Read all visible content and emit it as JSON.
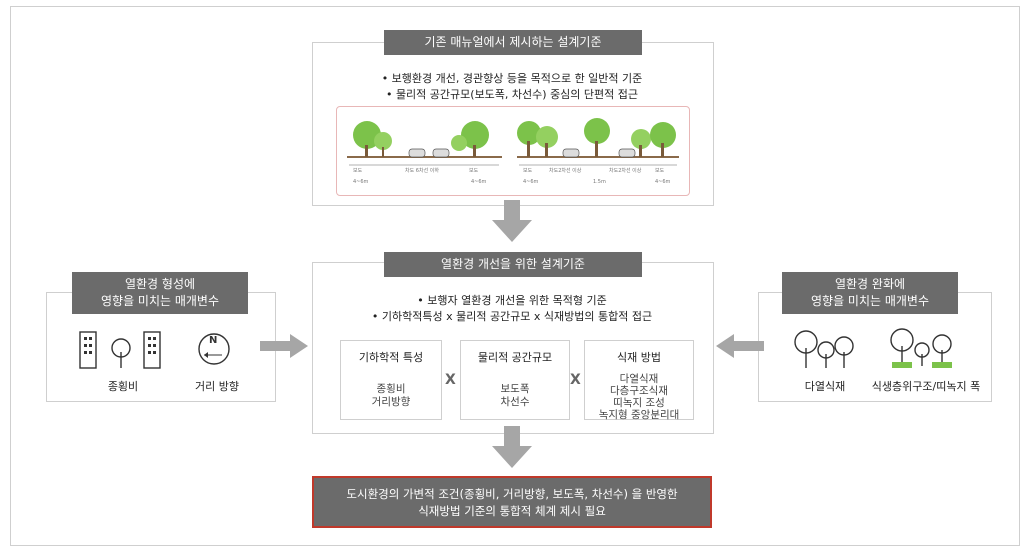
{
  "top": {
    "title": "기존 매뉴얼에서 제시하는 설계기준",
    "bullets": [
      "• 보행환경 개선, 경관향상 등을 목적으로 한 일반적 기준",
      "• 물리적 공간규모(보도폭, 차선수) 중심의 단편적 접근"
    ],
    "section_labels": [
      "보도",
      "차도 6차선 이하",
      "보도",
      "보도",
      "차도2차선 이상",
      "차도2차선 이상",
      "보도"
    ],
    "dims": [
      "4~6m",
      "4~6m",
      "4~6m",
      "1.5m",
      "4~6m"
    ]
  },
  "middle": {
    "title": "열환경 개선을 위한 설계기준",
    "bullets": [
      "• 보행자 열환경 개선을 위한 목적형 기준",
      "• 기하학적특성 x 물리적 공간규모 x 식재방법의 통합적 접근"
    ],
    "panels": [
      {
        "title": "기하학적 특성",
        "lines": [
          "종횡비",
          "거리방향"
        ]
      },
      {
        "title": "물리적 공간규모",
        "lines": [
          "보도폭",
          "차선수"
        ]
      },
      {
        "title": "식재 방법",
        "lines": [
          "다열식재",
          "다층구조식재",
          "띠녹지 조성",
          "녹지형 중앙분리대"
        ]
      }
    ],
    "x_mark": "X"
  },
  "left": {
    "title_line1": "열환경 형성에",
    "title_line2": "영향을 미치는 매개변수",
    "items": [
      "종횡비",
      "거리 방향"
    ],
    "compass_letter": "N"
  },
  "right": {
    "title_line1": "열환경 완화에",
    "title_line2": "영향을 미치는 매개변수",
    "items": [
      "다열식재",
      "식생층위구조/띠녹지 폭"
    ]
  },
  "bottom": {
    "line1": "도시환경의 가변적 조건(종횡비, 거리방향, 보도폭, 차선수) 을 반영한",
    "line2": "식재방법 기준의 통합적 체계 제시 필요"
  },
  "colors": {
    "tag_bg": "#6b6b6b",
    "arrow": "#a6a6a6",
    "tree": "#7cc24a",
    "bottom_border": "#c0392b"
  }
}
